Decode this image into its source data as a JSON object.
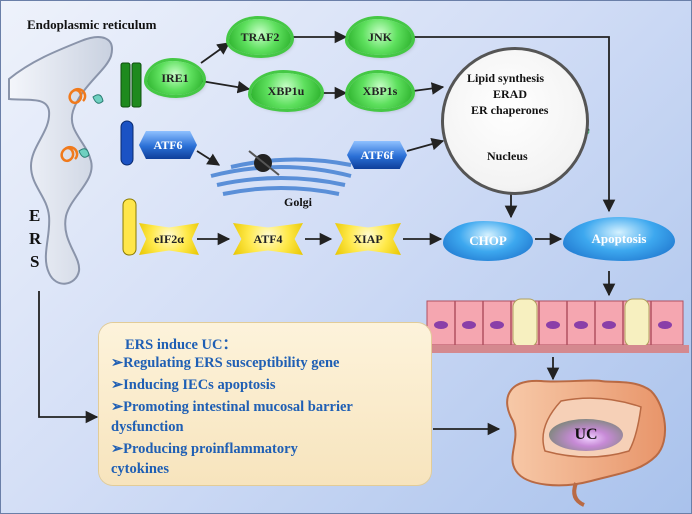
{
  "labels": {
    "er": "Endoplasmic reticulum",
    "ers_vertical": [
      "E",
      "R",
      "S"
    ],
    "golgi": "Golgi",
    "nucleus": "Nucleus",
    "nucleus_items": [
      "Lipid synthesis",
      "ERAD",
      "ER chaperones"
    ]
  },
  "nodes": {
    "traf2": "TRAF2",
    "jnk": "JNK",
    "ire1": "IRE1",
    "xbp1u": "XBP1u",
    "xbp1s": "XBP1s",
    "atf6": "ATF6",
    "atf6f": "ATF6f",
    "eif2a": "eIF2α",
    "atf4": "ATF4",
    "xiap": "XIAP",
    "chop": "CHOP",
    "apoptosis": "Apoptosis",
    "uc": "UC"
  },
  "info_box": {
    "title": "ERS induce UC：",
    "lines": [
      "➢Regulating ERS susceptibility gene",
      "➢Inducing IECs apoptosis",
      "➢Promoting intestinal mucosal barrier",
      "dysfunction",
      "➢Producing  proinflammatory",
      "cytokines"
    ]
  },
  "colors": {
    "cloud_green": "#3dcc3d",
    "hex_blue": "#2a6fd6",
    "star_yellow": "#ffe94a",
    "blob_blue": "#2d8fe0",
    "info_text": "#1f5fb4",
    "box_fill": "#f7e4bd",
    "intestine": "#f0b08a"
  }
}
